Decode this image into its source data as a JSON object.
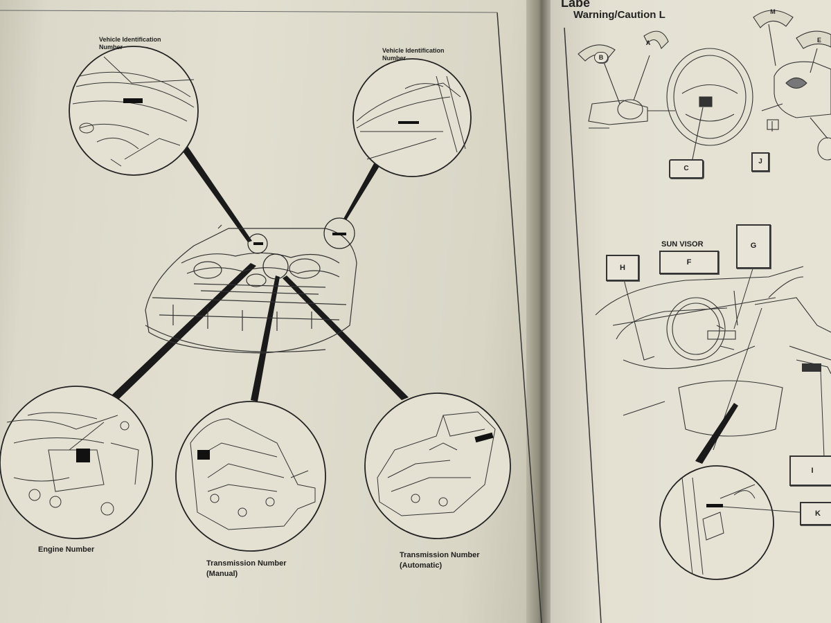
{
  "left_page": {
    "callouts": {
      "vin_windshield": "Vehicle Identification\nNumber",
      "vin_dash": "Vehicle Identification\nNumber",
      "engine": "Engine Number",
      "trans_manual_1": "Transmission Number",
      "trans_manual_2": "(Manual)",
      "trans_auto_1": "Transmission Number",
      "trans_auto_2": "(Automatic)"
    }
  },
  "right_page": {
    "heading_top": "Labe",
    "heading_sub": "Warning/Caution L",
    "sun_visor": "SUN VISOR",
    "label_letters": {
      "A": "A",
      "B": "B",
      "C": "C",
      "E": "E",
      "F": "F",
      "G": "G",
      "H": "H",
      "I": "I",
      "J": "J",
      "K": "K",
      "M": "M"
    }
  }
}
